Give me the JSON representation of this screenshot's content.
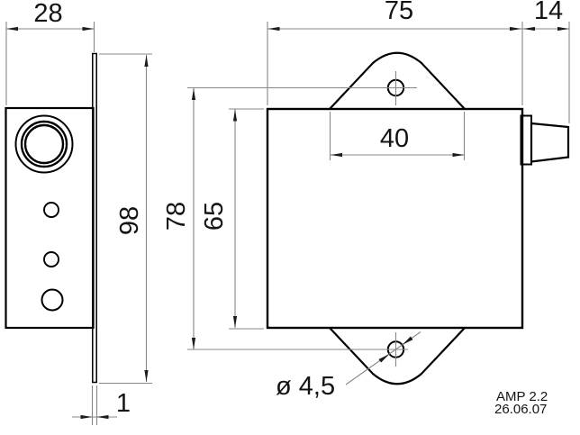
{
  "drawing": {
    "product": "AMP 2.2",
    "date": "26.06.07",
    "dimensions": {
      "side_width": "28",
      "side_height": "98",
      "plate_thickness": "1",
      "front_width": "75",
      "connector_depth": "14",
      "tab_width": "40",
      "hole_spacing": "78",
      "body_height": "65",
      "hole_diameter": "ø 4,5"
    },
    "colors": {
      "background": "#ffffff",
      "object_line": "#000000",
      "dimension_line": "#878787",
      "text": "#141414"
    }
  }
}
